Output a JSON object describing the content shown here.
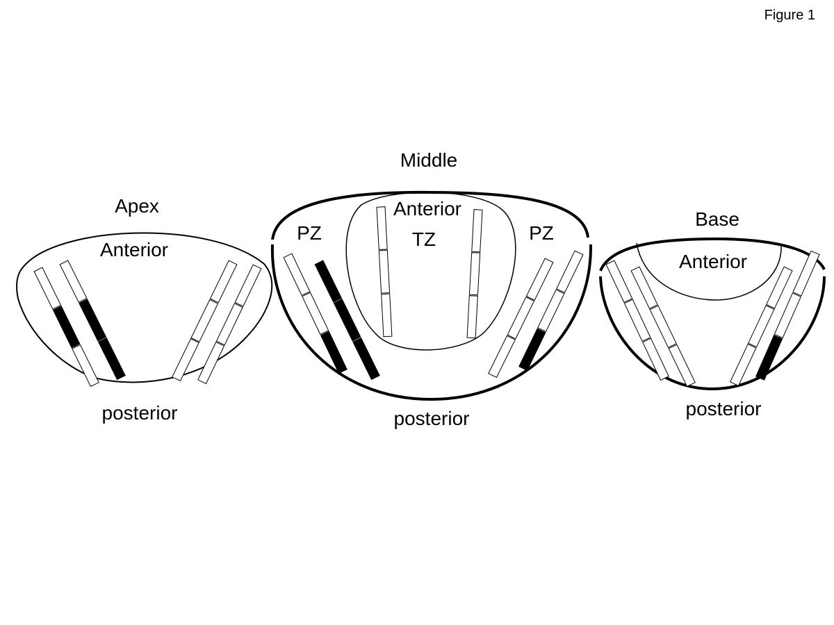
{
  "figure_label": "Figure 1",
  "legend_colors": {
    "positive_core": "#000000",
    "negative_core": "#ffffff",
    "line": "#000000"
  },
  "sections": {
    "apex": {
      "title": "Apex",
      "anterior": "Anterior",
      "posterior": "posterior",
      "needles": [
        {
          "cores": [
            "negative",
            "positive",
            "negative"
          ]
        },
        {
          "cores": [
            "negative",
            "positive",
            "positive"
          ]
        },
        {
          "cores": [
            "negative",
            "negative",
            "negative"
          ]
        },
        {
          "cores": [
            "negative",
            "negative",
            "negative"
          ]
        }
      ]
    },
    "middle": {
      "title": "Middle",
      "anterior": "Anterior",
      "zone_tz": "TZ",
      "zone_pz_left": "PZ",
      "zone_pz_right": "PZ",
      "posterior": "posterior",
      "needles": [
        {
          "cores": [
            "negative",
            "negative",
            "positive"
          ]
        },
        {
          "cores": [
            "positive",
            "positive",
            "positive"
          ]
        },
        {
          "cores": [
            "negative",
            "negative",
            "negative"
          ]
        },
        {
          "cores": [
            "negative",
            "negative",
            "negative"
          ]
        },
        {
          "cores": [
            "negative",
            "negative",
            "negative"
          ]
        },
        {
          "cores": [
            "negative",
            "negative",
            "positive"
          ]
        }
      ]
    },
    "base": {
      "title": "Base",
      "anterior": "Anterior",
      "posterior": "posterior",
      "needles": [
        {
          "cores": [
            "negative",
            "negative",
            "negative"
          ]
        },
        {
          "cores": [
            "negative",
            "negative",
            "negative"
          ]
        },
        {
          "cores": [
            "negative",
            "negative",
            "negative"
          ]
        },
        {
          "cores": [
            "negative",
            "negative",
            "positive"
          ]
        }
      ]
    }
  }
}
